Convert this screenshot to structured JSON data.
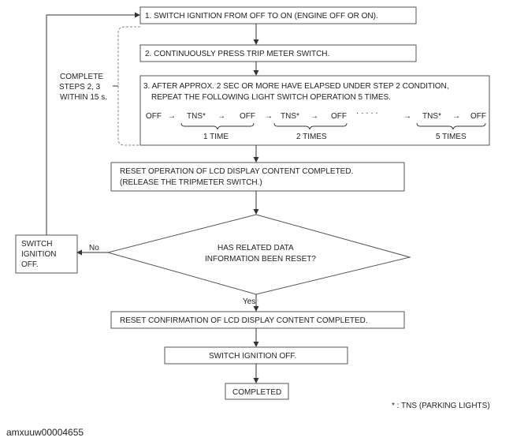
{
  "steps": {
    "step1": "1. SWITCH IGNITION FROM OFF TO ON (ENGINE OFF OR ON).",
    "step2": "2. CONTINUOUSLY PRESS TRIP METER SWITCH.",
    "step3_line1": "3. AFTER APPROX. 2 SEC OR MORE HAVE ELAPSED UNDER STEP 2 CONDITION,",
    "step3_line2": "REPEAT THE FOLLOWING LIGHT SWITCH OPERATION 5 TIMES."
  },
  "sequence": {
    "off": "OFF",
    "tns": "TNS*",
    "arrow": "→",
    "dots": "· · · · ·",
    "one_time": "1 TIME",
    "two_times": "2 TIMES",
    "five_times": "5 TIMES"
  },
  "side_note": {
    "line1": "COMPLETE",
    "line2": "STEPS 2, 3",
    "line3": "WITHIN 15 s."
  },
  "reset_box": {
    "line1": "RESET OPERATION OF LCD DISPLAY CONTENT COMPLETED.",
    "line2": "(RELEASE THE TRIPMETER SWITCH.)"
  },
  "decision": {
    "line1": "HAS RELATED DATA",
    "line2": "INFORMATION BEEN RESET?",
    "no_label": "No",
    "yes_label": "Yes"
  },
  "switch_off_box": {
    "line1": "SWITCH",
    "line2": "IGNITION",
    "line3": "OFF."
  },
  "confirm_box": "RESET CONFIRMATION OF LCD DISPLAY CONTENT COMPLETED.",
  "ignition_off_box": "SWITCH IGNITION OFF.",
  "completed_box": "COMPLETED",
  "footnote": "* : TNS (PARKING LIGHTS)",
  "figure_id": "amxuuw00004655"
}
